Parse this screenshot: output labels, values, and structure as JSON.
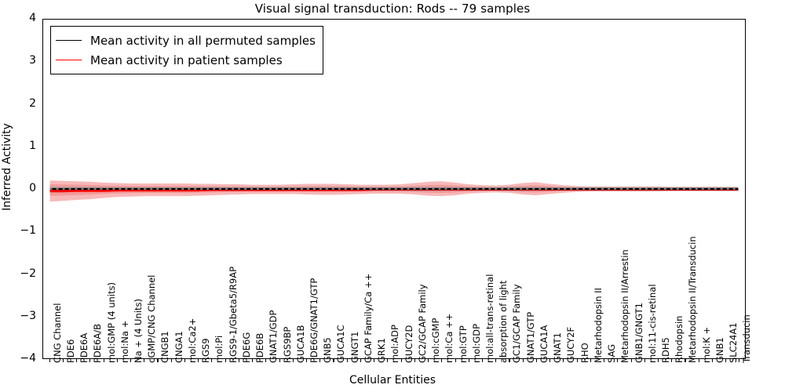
{
  "chart_data": {
    "type": "line",
    "title": "Visual signal transduction: Rods -- 79 samples",
    "xlabel": "Cellular Entities",
    "ylabel": "Inferred Activity",
    "ylim": [
      -4,
      4
    ],
    "yticks": [
      4,
      3,
      2,
      1,
      0,
      -1,
      -2,
      -3,
      -4
    ],
    "ytick_labels": [
      "4",
      "3",
      "2",
      "1",
      "0",
      "−1",
      "−2",
      "−3",
      "−4"
    ],
    "grid": false,
    "legend_position": "upper left",
    "legend": [
      {
        "label": "Mean activity in all permuted samples",
        "color": "#000000",
        "style": "solid"
      },
      {
        "label": "Mean activity in patient samples",
        "color": "#ff0000",
        "style": "solid"
      }
    ],
    "categories": [
      "CNG Channel",
      "PDE6",
      "PDE6A",
      "PDE6A/B",
      "mol:GMP (4 units)",
      "mol:Na +",
      "Na + (4 Units)",
      "cGMP/CNG Channel",
      "CNGB1",
      "CNGA1",
      "mol:Ca2+",
      "RGS9",
      "mol:Pi",
      "RGS9-1/Gbeta5/R9AP",
      "PDE6G",
      "PDE6B",
      "GNAT1/GDP",
      "RGS9BP",
      "GUCA1B",
      "PDE6G/GNAT1/GTP",
      "GNB5",
      "GUCA1C",
      "GNGT1",
      "GCAP Family/Ca ++",
      "GRK1",
      "mol:ADP",
      "GUCY2D",
      "GC2/GCAP Family",
      "mol:cGMP",
      "mol:Ca ++",
      "mol:GTP",
      "mol:GDP",
      "mol:all-trans-retinal",
      "absorption of light",
      "GC1/GCAP Family",
      "GNAT1/GTP",
      "GUCA1A",
      "GNAT1",
      "GUCY2F",
      "RHO",
      "Metarhodopsin II",
      "SAG",
      "Metarhodopsin II/Arrestin",
      "GNB1/GNGT1",
      "mol:11-cis-retinal",
      "RDH5",
      "Rhodopsin",
      "Metarhodopsin II/Transducin",
      "mol:K +",
      "GNB1",
      "SLC24A1",
      "Transducin"
    ],
    "series": [
      {
        "name": "Mean activity in all permuted samples",
        "color": "#000000",
        "values": [
          0.0,
          0.0,
          0.0,
          0.0,
          0.0,
          0.0,
          0.0,
          0.0,
          0.0,
          0.0,
          0.0,
          0.0,
          0.0,
          0.0,
          0.0,
          0.0,
          0.0,
          0.0,
          0.0,
          0.0,
          0.0,
          0.0,
          0.0,
          0.0,
          0.0,
          0.0,
          0.0,
          0.0,
          0.0,
          0.0,
          0.0,
          0.0,
          0.0,
          0.0,
          0.0,
          0.0,
          0.0,
          0.0,
          0.0,
          0.0,
          0.0,
          0.0,
          0.0,
          0.0,
          0.0,
          0.0,
          0.0,
          0.0,
          0.0,
          0.0,
          0.0,
          0.0
        ],
        "band_lower": [
          -0.06,
          -0.06,
          -0.06,
          -0.06,
          -0.05,
          -0.05,
          -0.05,
          -0.05,
          -0.05,
          -0.05,
          -0.05,
          -0.05,
          -0.05,
          -0.05,
          -0.05,
          -0.05,
          -0.05,
          -0.05,
          -0.05,
          -0.05,
          -0.05,
          -0.05,
          -0.05,
          -0.05,
          -0.05,
          -0.05,
          -0.05,
          -0.06,
          -0.06,
          -0.06,
          -0.05,
          -0.05,
          -0.05,
          -0.05,
          -0.06,
          -0.06,
          -0.05,
          -0.05,
          -0.05,
          -0.05,
          -0.05,
          -0.05,
          -0.05,
          -0.05,
          -0.05,
          -0.05,
          -0.05,
          -0.05,
          -0.05,
          -0.05,
          -0.05,
          -0.05
        ],
        "band_upper": [
          0.06,
          0.06,
          0.06,
          0.06,
          0.05,
          0.05,
          0.05,
          0.05,
          0.05,
          0.05,
          0.05,
          0.05,
          0.05,
          0.05,
          0.05,
          0.05,
          0.05,
          0.05,
          0.05,
          0.05,
          0.05,
          0.05,
          0.05,
          0.05,
          0.05,
          0.05,
          0.05,
          0.06,
          0.06,
          0.06,
          0.05,
          0.05,
          0.05,
          0.05,
          0.06,
          0.06,
          0.05,
          0.05,
          0.05,
          0.05,
          0.05,
          0.05,
          0.05,
          0.05,
          0.05,
          0.05,
          0.05,
          0.05,
          0.05,
          0.05,
          0.05,
          0.05
        ]
      },
      {
        "name": "Mean activity in patient samples",
        "color": "#ff0000",
        "values": [
          -0.05,
          -0.05,
          -0.04,
          -0.04,
          -0.04,
          -0.03,
          -0.03,
          -0.03,
          -0.03,
          -0.03,
          -0.03,
          -0.03,
          -0.02,
          -0.02,
          -0.02,
          -0.02,
          -0.02,
          -0.02,
          -0.02,
          -0.02,
          -0.02,
          -0.02,
          -0.02,
          -0.02,
          -0.01,
          -0.01,
          -0.01,
          -0.01,
          -0.01,
          -0.01,
          -0.01,
          -0.01,
          -0.01,
          -0.01,
          -0.01,
          -0.01,
          -0.01,
          -0.01,
          -0.01,
          -0.01,
          -0.01,
          -0.01,
          -0.01,
          -0.01,
          -0.01,
          -0.01,
          -0.01,
          -0.01,
          -0.01,
          -0.01,
          -0.01,
          -0.01
        ],
        "band_lower": [
          -0.3,
          -0.28,
          -0.26,
          -0.24,
          -0.21,
          -0.19,
          -0.18,
          -0.17,
          -0.17,
          -0.17,
          -0.17,
          -0.16,
          -0.15,
          -0.14,
          -0.13,
          -0.12,
          -0.12,
          -0.12,
          -0.12,
          -0.13,
          -0.14,
          -0.14,
          -0.13,
          -0.12,
          -0.11,
          -0.11,
          -0.11,
          -0.13,
          -0.16,
          -0.17,
          -0.15,
          -0.11,
          -0.09,
          -0.08,
          -0.09,
          -0.13,
          -0.15,
          -0.12,
          -0.09,
          -0.07,
          -0.06,
          -0.06,
          -0.06,
          -0.06,
          -0.06,
          -0.06,
          -0.05,
          -0.05,
          -0.05,
          -0.05,
          -0.05,
          -0.05
        ],
        "band_upper": [
          0.2,
          0.19,
          0.18,
          0.17,
          0.15,
          0.14,
          0.13,
          0.13,
          0.13,
          0.13,
          0.13,
          0.12,
          0.12,
          0.11,
          0.11,
          0.1,
          0.1,
          0.1,
          0.11,
          0.12,
          0.12,
          0.12,
          0.11,
          0.1,
          0.1,
          0.1,
          0.11,
          0.14,
          0.17,
          0.18,
          0.15,
          0.11,
          0.09,
          0.08,
          0.1,
          0.14,
          0.16,
          0.12,
          0.09,
          0.07,
          0.06,
          0.06,
          0.06,
          0.06,
          0.06,
          0.06,
          0.05,
          0.05,
          0.05,
          0.05,
          0.05,
          0.05
        ]
      }
    ],
    "colors": {
      "permuted_line": "#000000",
      "patient_line": "#ff0000",
      "permuted_band": "#b0b0b0",
      "patient_band": "#f08080",
      "axes": "#000000",
      "background": "#ffffff"
    }
  },
  "axis": {
    "title": "Visual signal transduction: Rods -- 79 samples",
    "ylabel": "Inferred Activity",
    "xlabel": "Cellular Entities"
  }
}
